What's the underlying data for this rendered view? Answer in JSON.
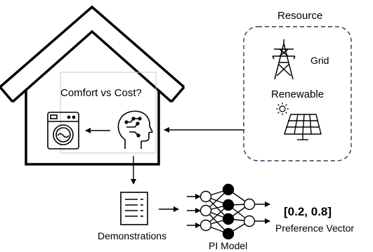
{
  "labels": {
    "resource": "Resource",
    "grid": "Grid",
    "renewable": "Renewable",
    "comfort_vs_cost": "Comfort vs Cost?",
    "demonstrations": "Demonstrations",
    "pi_model": "PI Model",
    "preference_vector_value": "[0.2, 0.8]",
    "preference_vector_label": "Preference Vector"
  },
  "icons": {
    "house": "house-outline-icon",
    "washing_machine": "washing-machine-icon",
    "brain_head": "ai-head-icon",
    "transmission_tower": "transmission-tower-icon",
    "sun": "sun-icon",
    "solar_panel": "solar-panel-icon",
    "document": "document-list-icon",
    "neural_network": "neural-network-icon"
  },
  "colors": {
    "stroke": "#000000",
    "resource_box_border": "#2b3a55",
    "node_filled": "#000000",
    "node_empty": "#ffffff"
  }
}
